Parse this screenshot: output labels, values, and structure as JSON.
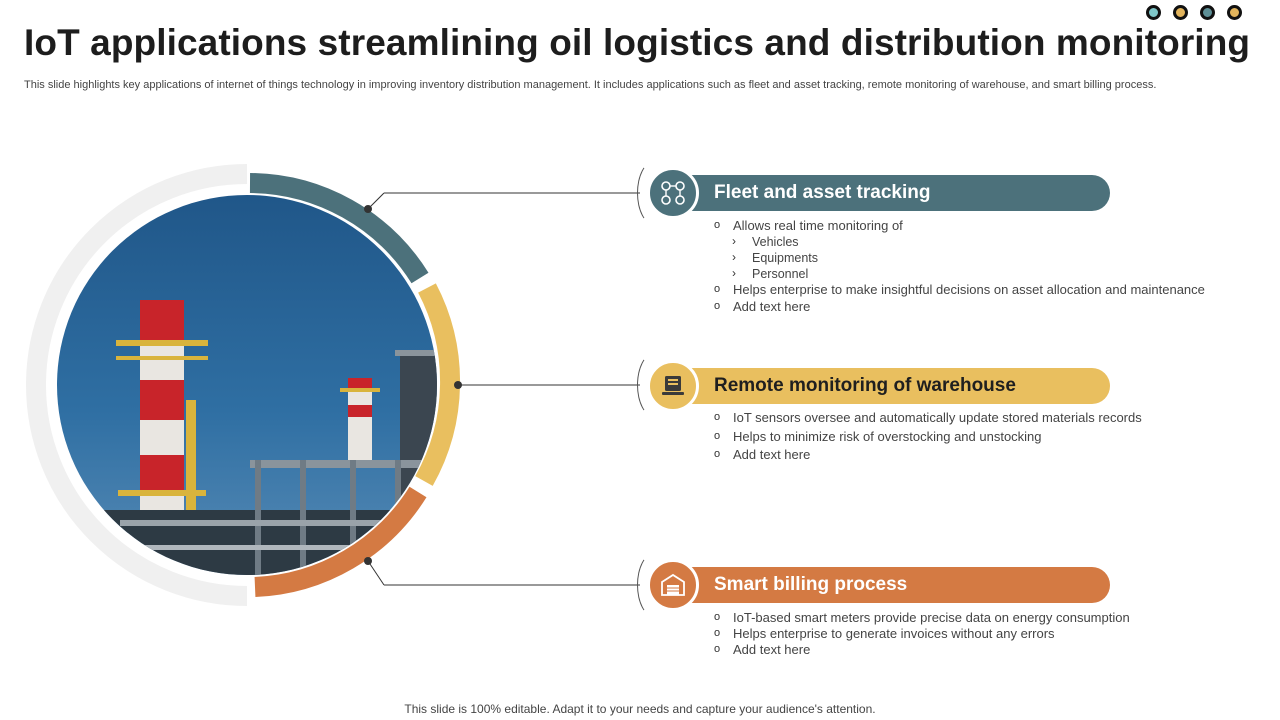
{
  "header": {
    "title": "IoT applications streamlining oil logistics and distribution monitoring",
    "subtitle": "This slide highlights key applications of internet of things technology in improving inventory distribution management. It includes applications such as fleet and asset tracking, remote monitoring of warehouse, and smart billing process."
  },
  "decor": {
    "dot_colors": [
      "#7fc7c9",
      "#e2b45c",
      "#5e8f96",
      "#e2b45c"
    ],
    "image_description_icon": "refinery-chimney-photo"
  },
  "colors": {
    "teal": "#4c717b",
    "yellow": "#e9bf5f",
    "orange": "#d47a43",
    "ring_gray": "#f0f0f0"
  },
  "cards": [
    {
      "heading": "Fleet and asset tracking",
      "icon": "network-nodes-icon",
      "bullets": [
        {
          "text": "Allows real time monitoring of",
          "subs": [
            "Vehicles",
            "Equipments",
            "Personnel"
          ]
        },
        {
          "text": "Helps enterprise to make insightful decisions on asset allocation and maintenance"
        },
        {
          "text": "Add text here"
        }
      ]
    },
    {
      "heading": "Remote monitoring of warehouse",
      "icon": "monitor-document-icon",
      "bullets": [
        {
          "text": "IoT sensors oversee and automatically update stored materials records"
        },
        {
          "text": "Helps to minimize risk of overstocking and unstocking"
        },
        {
          "text": "Add text here"
        }
      ]
    },
    {
      "heading": "Smart billing process",
      "icon": "warehouse-icon",
      "bullets": [
        {
          "text": "IoT-based smart meters provide precise data on energy consumption"
        },
        {
          "text": "Helps enterprise to generate invoices without any errors"
        },
        {
          "text": "Add text here"
        }
      ]
    }
  ],
  "footer": {
    "note": "This slide is 100% editable. Adapt it to your needs and capture your audience's attention."
  }
}
